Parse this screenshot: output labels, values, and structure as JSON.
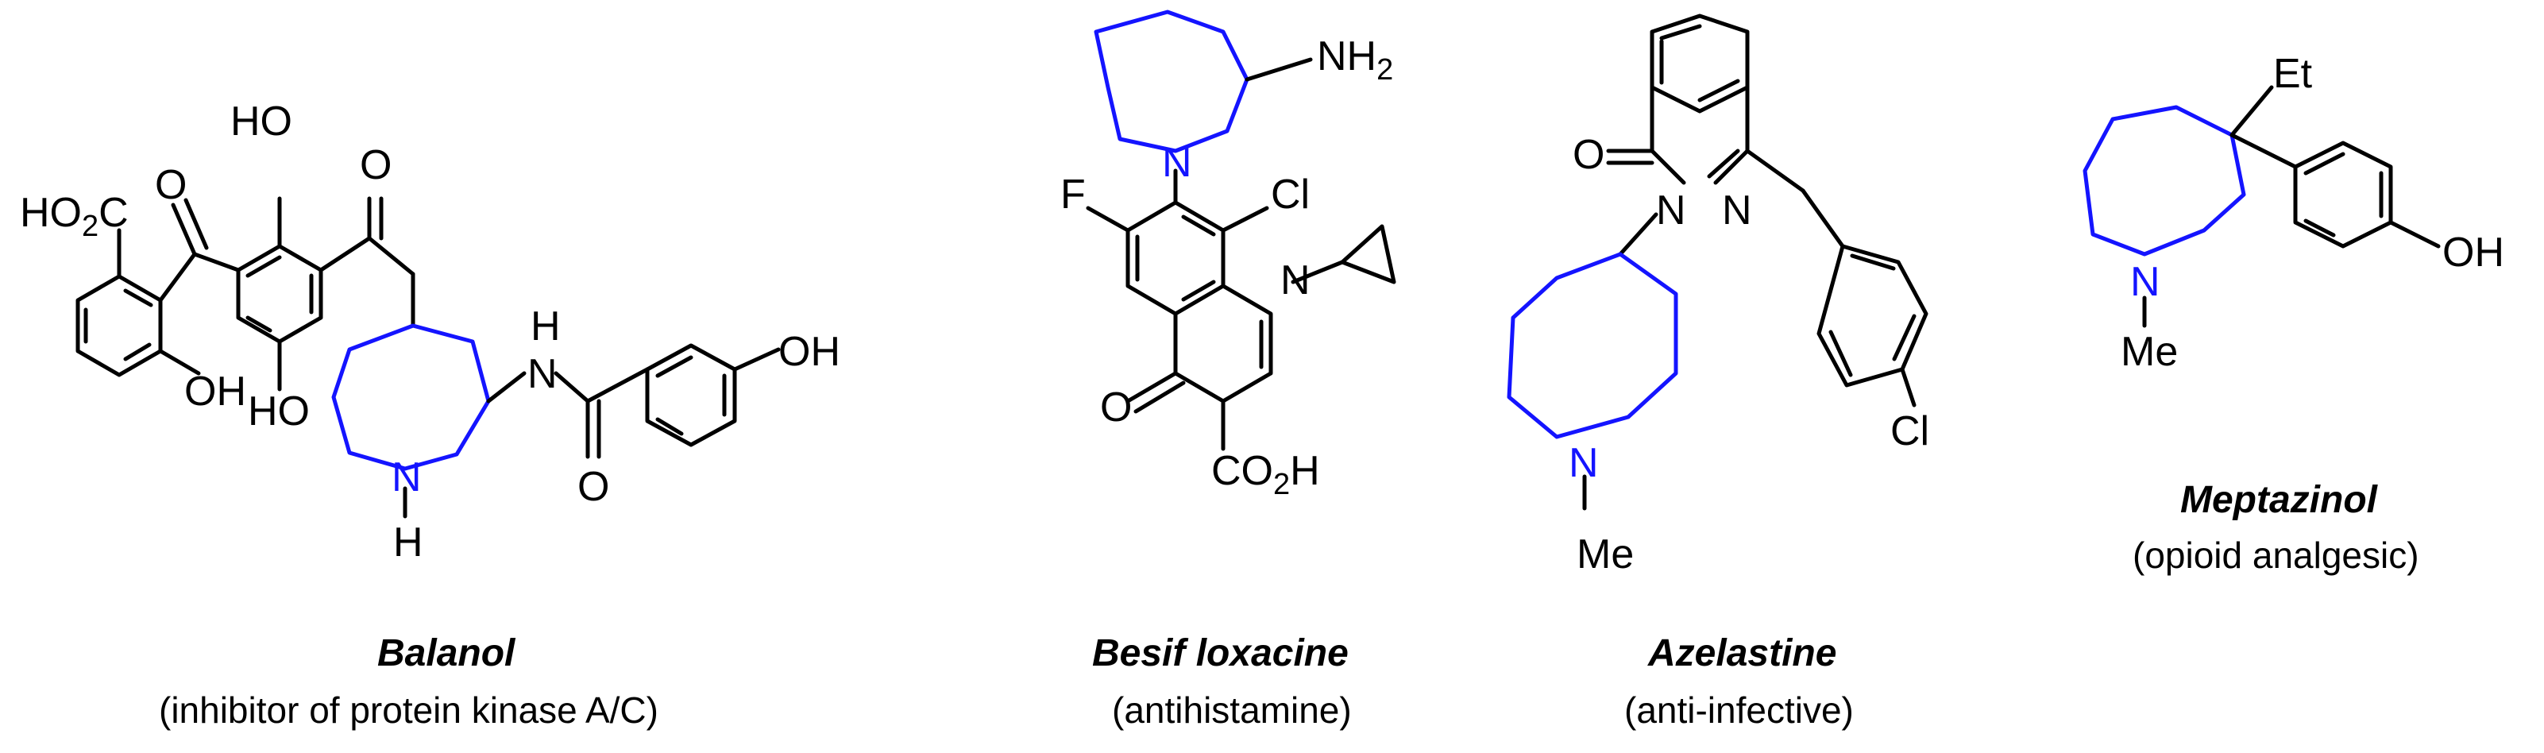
{
  "colors": {
    "bond": "#000000",
    "azepane_ring": "#1414ff",
    "background": "#ffffff"
  },
  "compounds": [
    {
      "name": "Balanol",
      "description": "(inhibitor of protein kinase A/C)",
      "atoms": {
        "ho_top": "HO",
        "carboxyl": "HO",
        "carboxyl_2": "2",
        "carboxyl_C": "C",
        "o_ketone1": "O",
        "o_ketone2": "O",
        "ho_mid": "HO",
        "oh_bottom": "OH",
        "nh_H": "H",
        "nh_N": "N",
        "ring_N": "N",
        "ring_H": "H",
        "amide_O": "O",
        "oh_phenol": "OH"
      }
    },
    {
      "name": "Besif loxacine",
      "description": "(antihistamine)",
      "atoms": {
        "nh2": "NH",
        "nh2_2": "2",
        "ring_N": "N",
        "F": "F",
        "Cl": "Cl",
        "quin_N": "N",
        "keto_O": "O",
        "co2h_C": "CO",
        "co2h_2": "2",
        "co2h_H": "H"
      }
    },
    {
      "name": "Azelastine",
      "description": "(anti-infective)",
      "atoms": {
        "O": "O",
        "N1": "N",
        "N2": "N",
        "ring_N": "N",
        "Me": "Me",
        "Cl": "Cl"
      }
    },
    {
      "name": "Meptazinol",
      "description": "(opioid analgesic)",
      "atoms": {
        "Et": "Et",
        "ring_N": "N",
        "Me": "Me",
        "OH": "OH"
      }
    }
  ]
}
